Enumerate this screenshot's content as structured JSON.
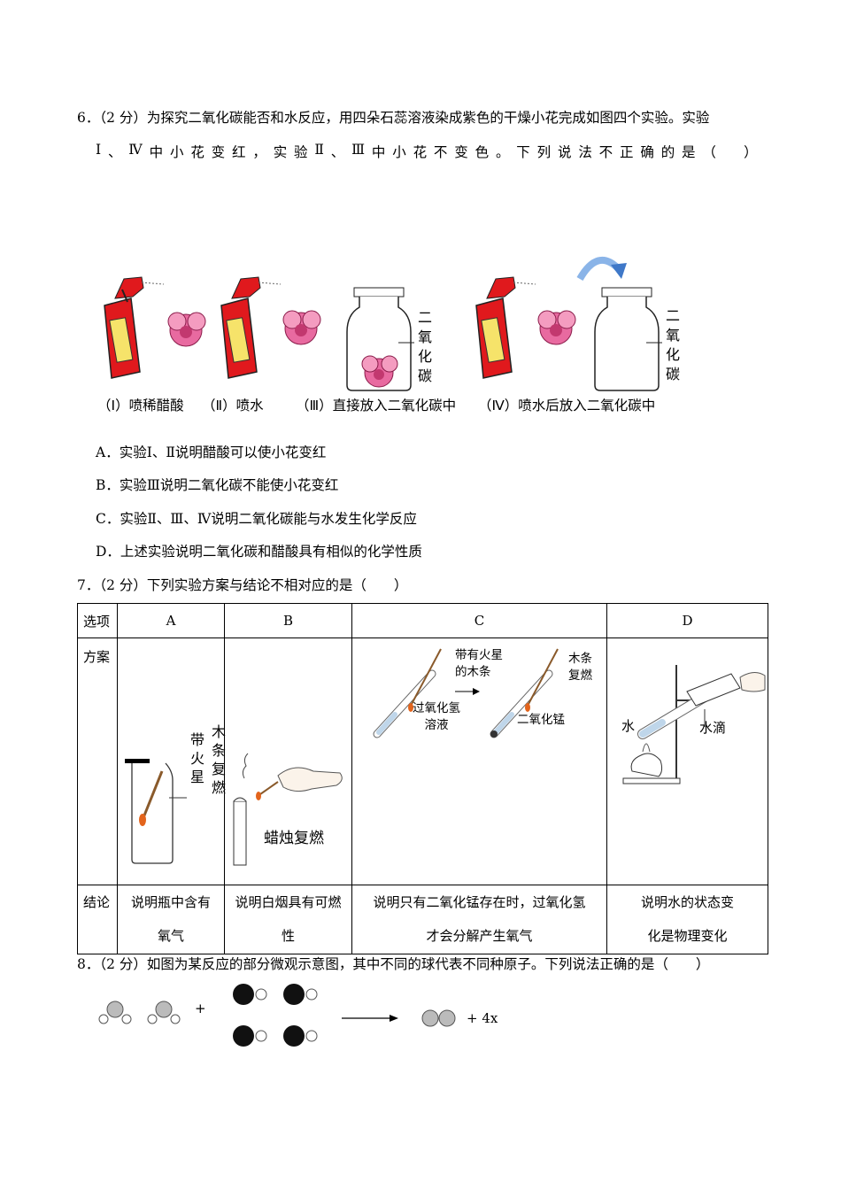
{
  "q6": {
    "line1": "6．（2 分）为探究二氧化碳能否和水反应，用四朵石蕊溶液染成紫色的干燥小花完成如图四个实验。实验",
    "line2": [
      "Ⅰ",
      "、",
      "Ⅳ",
      "中",
      "小",
      "花",
      "变",
      "红",
      "，",
      "实",
      "验",
      "Ⅱ",
      "、",
      "Ⅲ",
      "中",
      "小",
      "花",
      "不",
      "变",
      "色",
      "。",
      "下",
      "列",
      "说",
      "法",
      "不",
      "正",
      "确",
      "的",
      "是",
      "（",
      "　",
      "）"
    ],
    "figure": {
      "co2_label_1": [
        "二",
        "氧",
        "化",
        "碳"
      ],
      "co2_label_2": [
        "二",
        "氧",
        "化",
        "碳"
      ],
      "captions": [
        "（Ⅰ）喷稀醋酸",
        "（Ⅱ）喷水",
        "（Ⅲ）直接放入二氧化碳中",
        "（Ⅳ）喷水后放入二氧化碳中"
      ]
    },
    "options": [
      "A．实验Ⅰ、Ⅱ说明醋酸可以使小花变红",
      "B．实验Ⅲ说明二氧化碳不能使小花变红",
      "C．实验Ⅱ、Ⅲ、Ⅳ说明二氧化碳能与水发生化学反应",
      "D．上述实验说明二氧化碳和醋酸具有相似的化学性质"
    ]
  },
  "q7": {
    "stem": "7．（2 分）下列实验方案与结论不相对应的是（　　）",
    "header": [
      "选项",
      "A",
      "B",
      "C",
      "D"
    ],
    "plan_label": "方案",
    "conclusion_label": "结论",
    "conclusions": [
      "说明瓶中含有氧气",
      "说明白烟具有可燃性",
      "说明只有二氧化锰存在时，过氧化氢才会分解产生氧气",
      "说明水的状态变化是物理变化"
    ],
    "conclusion_lines": [
      [
        "说明瓶中含有",
        "氧气"
      ],
      [
        "说明白烟具有可燃",
        "性"
      ],
      [
        "说明只有二氧化锰存在时，过氧化氢",
        "才会分解产生氧气"
      ],
      [
        "说明水的状态变",
        "化是物理变化"
      ]
    ],
    "cell_a_labels": {
      "left": [
        "带",
        "火",
        "星"
      ],
      "right": [
        "木",
        "条",
        "复",
        "燃"
      ]
    },
    "cell_b_label": "蜡烛复燃",
    "cell_c_labels": {
      "splint": [
        "带有火星",
        "的木条"
      ],
      "h2o2": [
        "过氧化氢",
        "溶液"
      ],
      "mno2": "二氧化锰",
      "relit": [
        "木条",
        "复燃"
      ]
    },
    "cell_d_labels": {
      "water": "水",
      "drops": "水滴"
    }
  },
  "q8": {
    "stem": "8．（2 分）如图为某反应的部分微观示意图，其中不同的球代表不同种原子。下列说法正确的是（　　）",
    "plus": "+",
    "product_suffix": "+ 4x"
  }
}
